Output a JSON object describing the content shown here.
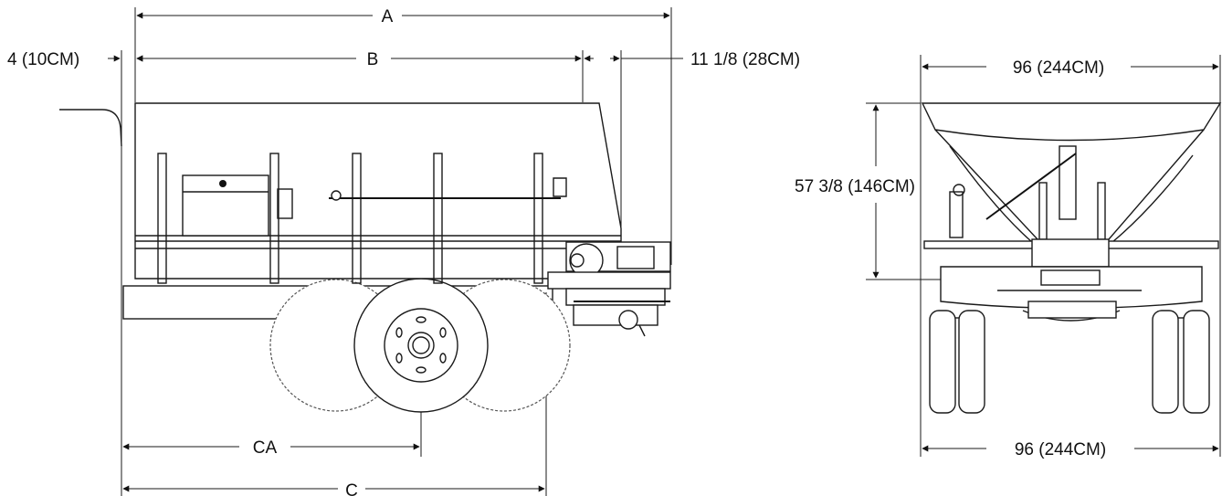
{
  "side_view": {
    "dimensions": {
      "A": "A",
      "B": "B",
      "C": "C",
      "CA": "CA",
      "offset_front": "4 (10CM)",
      "offset_rear": "11 1/8 (28CM)"
    }
  },
  "rear_view": {
    "dimensions": {
      "top_width": "96 (244CM)",
      "bottom_width": "96 (244CM)",
      "height": "57 3/8 (146CM)"
    }
  }
}
